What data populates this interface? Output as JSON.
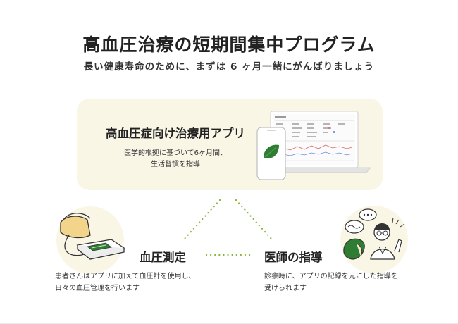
{
  "header": {
    "title": "高血圧治療の短期間集中プログラム",
    "subtitle": "長い健康寿命のために、まずは 6 ヶ月一緒にがんばりましょう"
  },
  "app_card": {
    "title": "高血圧症向け治療用アプリ",
    "description_line1": "医学的根拠に基づいて6ヶ月間、",
    "description_line2": "生活習慣を指導"
  },
  "blood_pressure": {
    "label": "血圧測定",
    "description_line1": "患者さんはアプリに加えて血圧計を使用し、",
    "description_line2": "日々の血圧管理を行います"
  },
  "doctor": {
    "label": "医師の指導",
    "description_line1": "診察時に、アプリの記録を元にした指導を",
    "description_line2": "受けられます"
  },
  "colors": {
    "accent_green": "#2e7d32",
    "dot_green": "#8bb53c",
    "card_bg": "#faf6e6"
  }
}
